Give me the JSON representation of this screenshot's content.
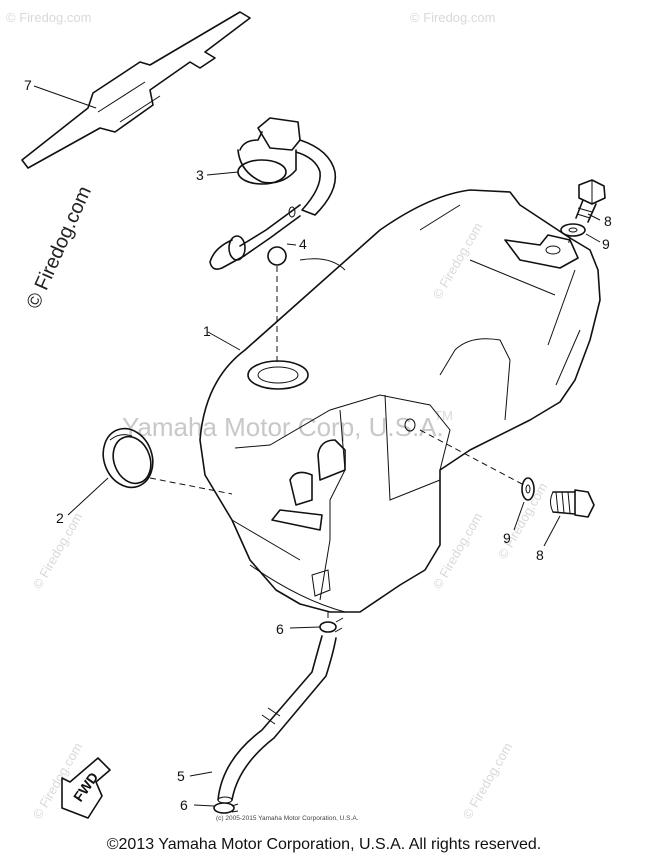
{
  "watermarks": {
    "side_left": "© Firedog.com",
    "center": "Yamaha Motor Corp, U.S.A.",
    "tm": "TM",
    "repeat": "© Firedog.com"
  },
  "callouts": {
    "p1": "1",
    "p2": "2",
    "p3": "3",
    "p4": "4",
    "p5": "5",
    "p6a": "6",
    "p6b": "6",
    "p7": "7",
    "p8a": "8",
    "p8b": "8",
    "p9a": "9",
    "p9b": "9"
  },
  "fwd_label": "FWD",
  "small_copyright": "(c) 2005-2015 Yamaha Motor Corporation, U.S.A.",
  "footer": "©2013 Yamaha Motor Corporation, U.S.A. All rights reserved."
}
